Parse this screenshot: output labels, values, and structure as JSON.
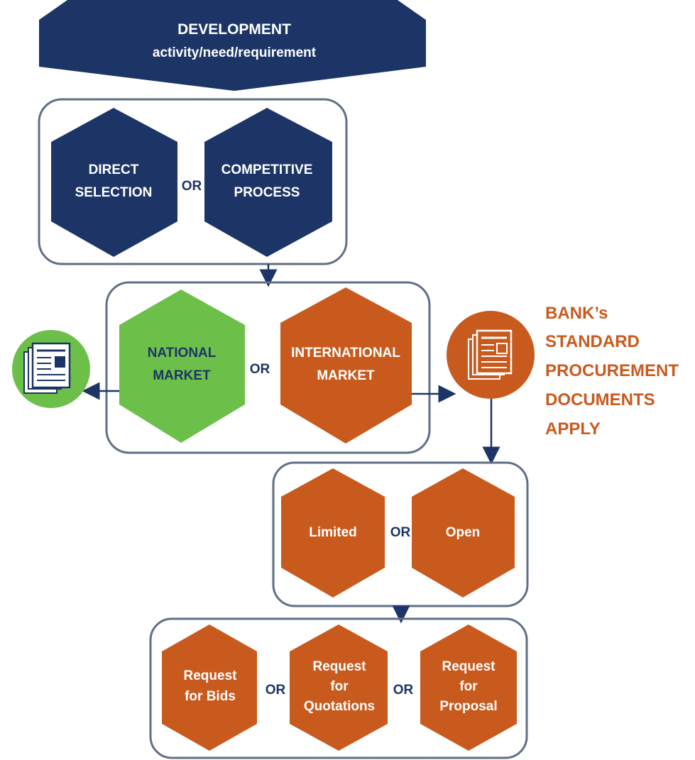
{
  "colors": {
    "navy": "#1d3566",
    "orange": "#c95a1e",
    "green": "#6cc04a",
    "frame": "#5f6f86",
    "text_on_shape": "#ffffff",
    "or_text": "#1d3566",
    "bank_text": "#c95a1e"
  },
  "top": {
    "line1": "DEVELOPMENT",
    "line2": "activity/need/requirement"
  },
  "selection": {
    "left": {
      "line1": "DIRECT",
      "line2": "SELECTION"
    },
    "or": "OR",
    "right": {
      "line1": "COMPETITIVE",
      "line2": "PROCESS"
    }
  },
  "market": {
    "left": {
      "line1": "NATIONAL",
      "line2": "MARKET"
    },
    "or": "OR",
    "right": {
      "line1": "INTERNATIONAL",
      "line2": "MARKET"
    }
  },
  "icons": {
    "national": "documents-icon",
    "international": "documents-icon"
  },
  "bank": {
    "line1": "BANK’s",
    "line2": "STANDARD",
    "line3": "PROCUREMENT",
    "line4": "DOCUMENTS",
    "line5": "APPLY"
  },
  "access": {
    "left": "Limited",
    "or": "OR",
    "right": "Open"
  },
  "methods": {
    "a": {
      "line1": "Request",
      "line2": "for Bids"
    },
    "or1": "OR",
    "b": {
      "line1": "Request",
      "line2": "for",
      "line3": "Quotations"
    },
    "or2": "OR",
    "c": {
      "line1": "Request",
      "line2": "for",
      "line3": "Proposal"
    }
  }
}
